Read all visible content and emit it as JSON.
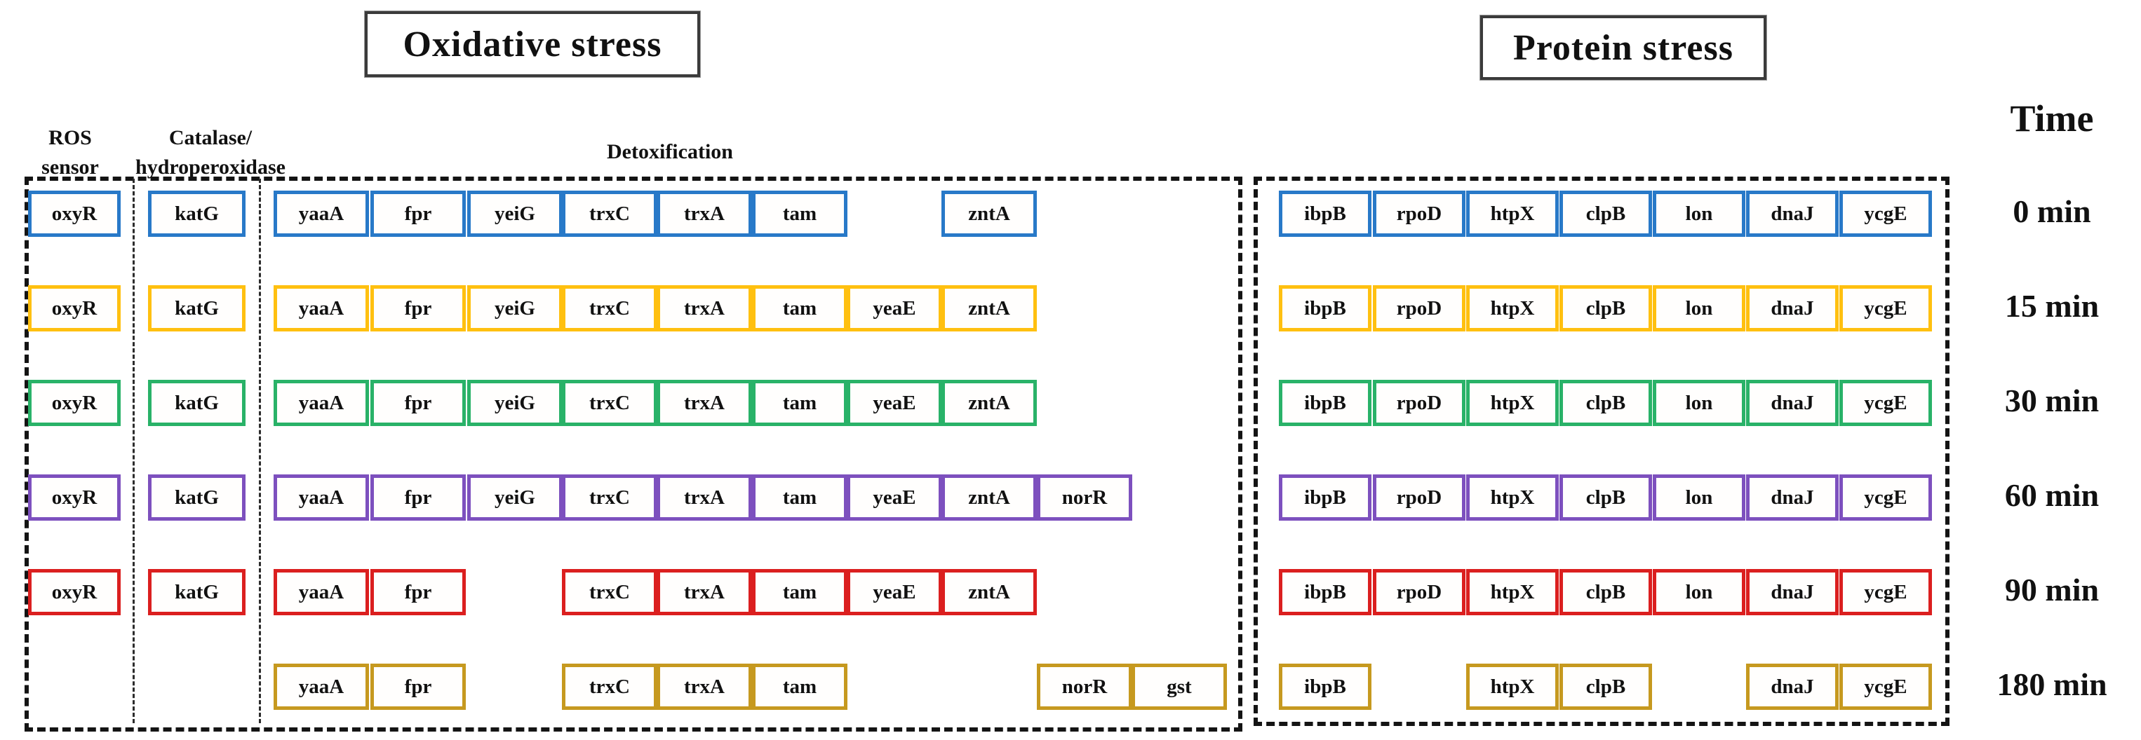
{
  "titles": {
    "oxidative": "Oxidative stress",
    "protein": "Protein stress",
    "time": "Time"
  },
  "column_headers": {
    "ros_line1": "ROS",
    "ros_line2": "sensor",
    "catalase_line1": "Catalase/",
    "catalase_line2": "hydroperoxidase",
    "detox": "Detoxification"
  },
  "gene_columns": {
    "ros_sensor": "oxyR",
    "catalase": "katG",
    "detox": [
      "yaaA",
      "fpr",
      "yeiG",
      "trxC",
      "trxA",
      "tam",
      "yeaE",
      "zntA",
      "norR",
      "gst"
    ],
    "protein": [
      "ibpB",
      "rpoD",
      "htpX",
      "clpB",
      "lon",
      "dnaJ",
      "ycgE"
    ]
  },
  "rows": [
    {
      "time": "0 min",
      "color": "#2879C8",
      "oxyR": true,
      "katG": true,
      "detox": [
        "yaaA",
        "fpr",
        "yeiG",
        "trxC",
        "trxA",
        "tam",
        "zntA"
      ],
      "protein": [
        "ibpB",
        "rpoD",
        "htpX",
        "clpB",
        "lon",
        "dnaJ",
        "ycgE"
      ]
    },
    {
      "time": "15 min",
      "color": "#FFC010",
      "oxyR": true,
      "katG": true,
      "detox": [
        "yaaA",
        "fpr",
        "yeiG",
        "trxC",
        "trxA",
        "tam",
        "yeaE",
        "zntA"
      ],
      "protein": [
        "ibpB",
        "rpoD",
        "htpX",
        "clpB",
        "lon",
        "dnaJ",
        "ycgE"
      ]
    },
    {
      "time": "30 min",
      "color": "#29B268",
      "oxyR": true,
      "katG": true,
      "detox": [
        "yaaA",
        "fpr",
        "yeiG",
        "trxC",
        "trxA",
        "tam",
        "yeaE",
        "zntA"
      ],
      "protein": [
        "ibpB",
        "rpoD",
        "htpX",
        "clpB",
        "lon",
        "dnaJ",
        "ycgE"
      ]
    },
    {
      "time": "60 min",
      "color": "#7D50BE",
      "oxyR": true,
      "katG": true,
      "detox": [
        "yaaA",
        "fpr",
        "yeiG",
        "trxC",
        "trxA",
        "tam",
        "yeaE",
        "zntA",
        "norR"
      ],
      "protein": [
        "ibpB",
        "rpoD",
        "htpX",
        "clpB",
        "lon",
        "dnaJ",
        "ycgE"
      ]
    },
    {
      "time": "90 min",
      "color": "#DB1F1F",
      "oxyR": true,
      "katG": true,
      "detox": [
        "yaaA",
        "fpr",
        "trxC",
        "trxA",
        "tam",
        "yeaE",
        "zntA"
      ],
      "protein": [
        "ibpB",
        "rpoD",
        "htpX",
        "clpB",
        "lon",
        "dnaJ",
        "ycgE"
      ]
    },
    {
      "time": "180 min",
      "color": "#C6991F",
      "oxyR": false,
      "katG": false,
      "detox": [
        "yaaA",
        "fpr",
        "trxC",
        "trxA",
        "tam",
        "norR",
        "gst"
      ],
      "protein": [
        "ibpB",
        "htpX",
        "clpB",
        "dnaJ",
        "ycgE"
      ]
    }
  ]
}
